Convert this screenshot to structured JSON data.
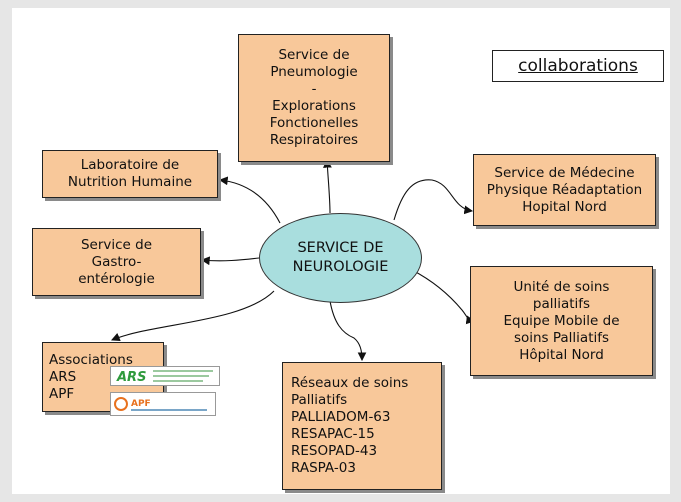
{
  "title": "collaborations",
  "center": [
    "SERVICE DE",
    "NEUROLOGIE"
  ],
  "boxes": {
    "pneumo": [
      "Service de",
      "Pneumologie",
      "-",
      "Explorations",
      "Fonctionelles",
      "Respiratoires"
    ],
    "nutrition": [
      "Laboratoire de",
      "Nutrition Humaine"
    ],
    "gastro": [
      "Service de",
      "Gastro-",
      "entérologie"
    ],
    "medecine": [
      "Service de Médecine",
      "Physique Réadaptation",
      "Hopital Nord"
    ],
    "palliatifs": [
      "Unité de soins",
      "palliatifs",
      "Equipe Mobile de",
      "soins Palliatifs",
      "Hôpital Nord"
    ],
    "reseaux": [
      "Réseaux de soins",
      "Palliatifs",
      "PALLIADOM-63",
      "RESAPAC-15",
      "RESOPAD-43",
      "RASPA-03"
    ],
    "associations": [
      "Associations",
      "ARS",
      "APF"
    ]
  },
  "logos": {
    "ars": "ARS",
    "apf": "APF"
  },
  "colors": {
    "box_fill": "#f8c89a",
    "center_fill": "#a9dede",
    "logo_green": "#2e9a3c",
    "logo_orange": "#e8711e"
  }
}
